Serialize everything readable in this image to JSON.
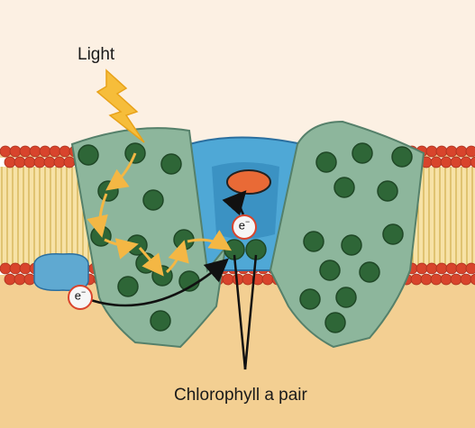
{
  "labels": {
    "light": "Light",
    "electron": "e",
    "electron_charge": "−",
    "chlorophyll_pair": "Chlorophyll a pair"
  },
  "colors": {
    "background_top": "#fcf0e3",
    "background_bottom": "#f3cf92",
    "membrane_head": "#d8442c",
    "membrane_tail": "#e8c24a",
    "protein": "#8db69c",
    "protein_outline": "#55806a",
    "chlorophyll": "#2e6637",
    "reaction_center": "#4fa8d6",
    "reaction_center_dark": "#2b6f9f",
    "acceptor": "#e96a36",
    "carrier": "#5fa9d1",
    "energy_arrow": "#f4b744"
  }
}
